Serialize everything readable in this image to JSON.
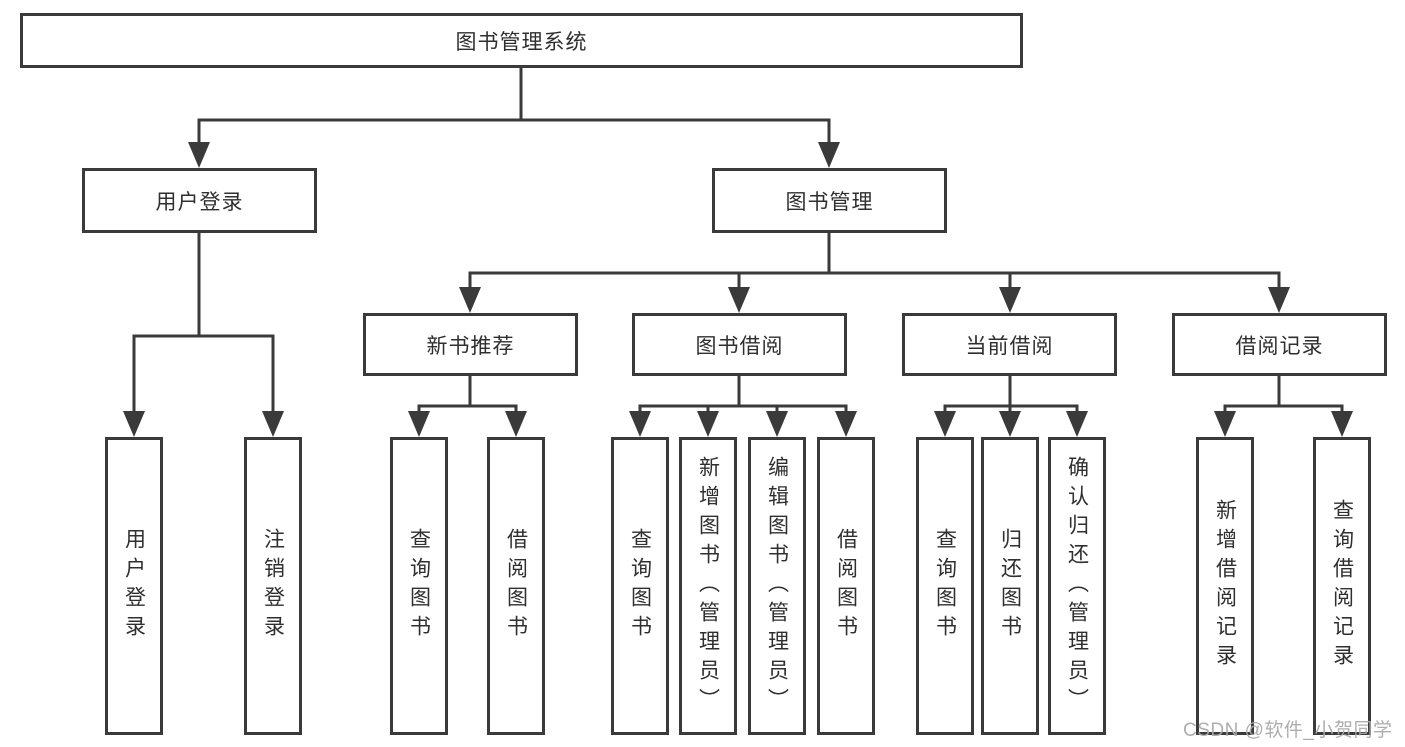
{
  "palette": {
    "line_color": "#3a3a3a",
    "box_border_color": "#3a3a3a",
    "box_fill": "#ffffff",
    "text_color": "#2f2f2f",
    "watermark_color": "#aaaaaa",
    "background": "#ffffff"
  },
  "tree": {
    "root": {
      "label": "图书管理系统"
    },
    "branches": [
      {
        "label": "用户登录",
        "leaves": [
          {
            "label": "用户登录"
          },
          {
            "label": "注销登录"
          }
        ]
      },
      {
        "label": "图书管理",
        "groups": [
          {
            "label": "新书推荐",
            "leaves": [
              {
                "label": "查询图书"
              },
              {
                "label": "借阅图书"
              }
            ]
          },
          {
            "label": "图书借阅",
            "leaves": [
              {
                "label": "查询图书"
              },
              {
                "label": "新增图书（管理员）"
              },
              {
                "label": "编辑图书（管理员）"
              },
              {
                "label": "借阅图书"
              }
            ]
          },
          {
            "label": "当前借阅",
            "leaves": [
              {
                "label": "查询图书"
              },
              {
                "label": "归还图书"
              },
              {
                "label": "确认归还（管理员）"
              }
            ]
          },
          {
            "label": "借阅记录",
            "leaves": [
              {
                "label": "新增借阅记录"
              },
              {
                "label": "查询借阅记录"
              }
            ]
          }
        ]
      }
    ]
  },
  "watermark": {
    "text": "CSDN @软件_小贺同学"
  }
}
